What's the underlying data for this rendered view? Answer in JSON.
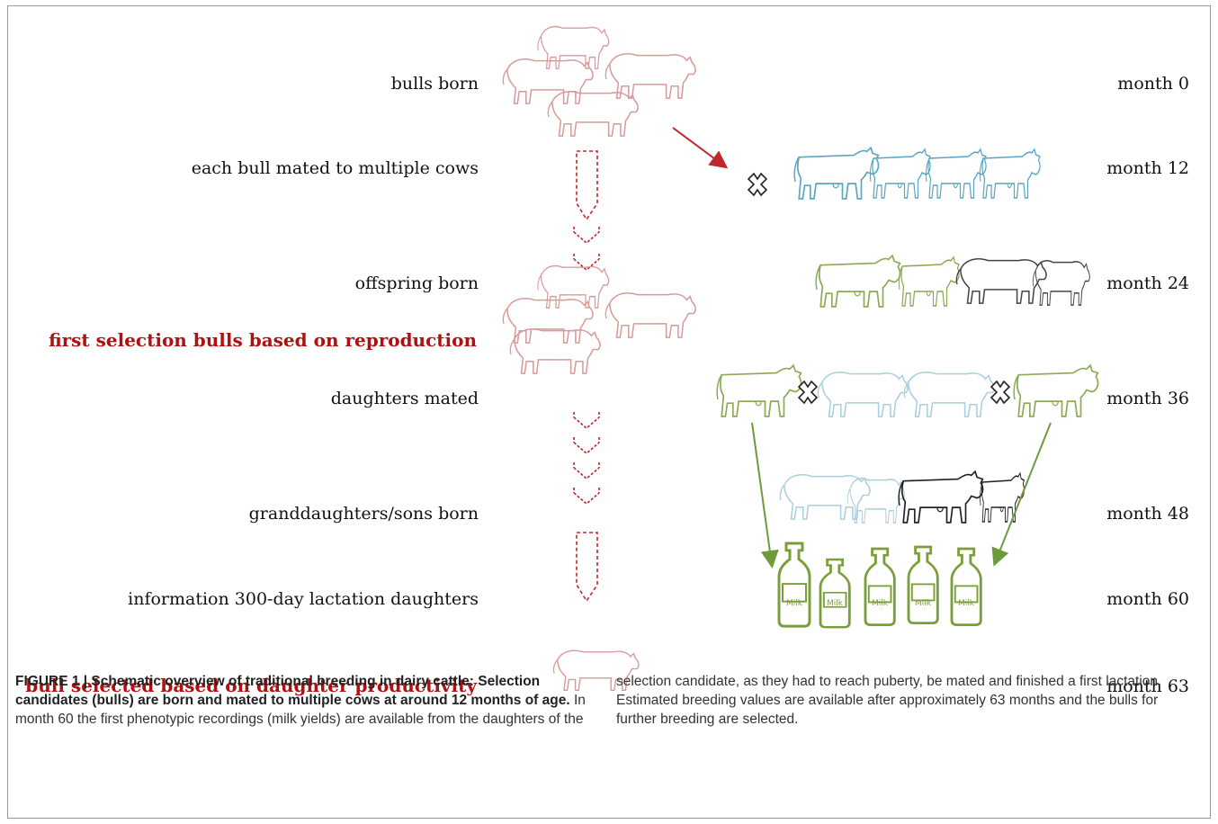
{
  "stages": [
    {
      "label": "bulls born",
      "month": "month 0",
      "emphasis": false
    },
    {
      "label": "each bull mated to multiple cows",
      "month": "month 12",
      "emphasis": false
    },
    {
      "label": "offspring born",
      "month": "month 24",
      "emphasis": false
    },
    {
      "label": "first selection bulls based on reproduction",
      "month": "",
      "emphasis": true
    },
    {
      "label": "daughters mated",
      "month": "month 36",
      "emphasis": false
    },
    {
      "label": "granddaughters/sons born",
      "month": "month 48",
      "emphasis": false
    },
    {
      "label": "information 300-day lactation daughters",
      "month": "month 60",
      "emphasis": false
    },
    {
      "label": "bull selected based on daughter productivity",
      "month": "month 63",
      "emphasis": true
    }
  ],
  "milk_label": "Milk",
  "colors": {
    "bull": "#d99a9a",
    "cow_blue": "#5aa6c0",
    "cow_green": "#8aaa55",
    "cow_black": "#333333",
    "cow_light_blue": "#a9cfdc",
    "bottle": "#7a9f3a",
    "red_arrow": "#c0272d",
    "green_arrow": "#6d9a3a",
    "emphasis_text": "#b01010"
  },
  "icons": [
    "bull-icon",
    "cow-icon",
    "milk-bottle-icon",
    "cross-icon",
    "chevron-down-icon",
    "arrow-icon"
  ],
  "caption": {
    "title": "FIGURE 1 | Schematic overview of traditional breeding in dairy cattle: Selection candidates (bulls) are born and mated to multiple cows at around 12 months of age.",
    "left_body": "In month 60 the first phenotypic recordings (milk yields) are available from the daughters of the",
    "right_body": "selection candidate, as they had to reach puberty, be mated and finished a first lactation. Estimated breeding values are available after approximately 63 months and the bulls for further breeding are selected."
  }
}
